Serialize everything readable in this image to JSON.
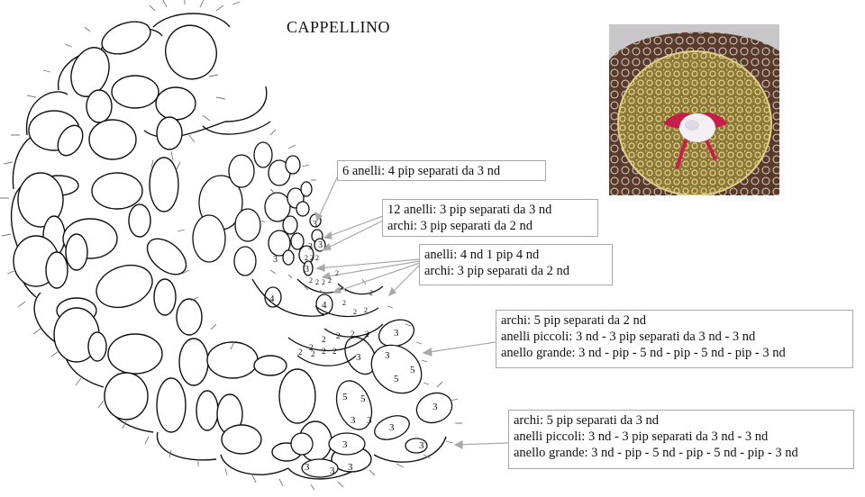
{
  "title": "CAPPELLINO",
  "photo": {
    "colors": {
      "doily": "#b8a14a",
      "background": "#5a3a2a",
      "ribbon": "#c81e4a",
      "center": "#f2f0f4"
    }
  },
  "notes": [
    {
      "lines": [
        "6 anelli: 4 pip separati da 3 nd"
      ]
    },
    {
      "lines": [
        "12 anelli: 3 pip separati da 3 nd",
        "archi: 3 pip separati da 2 nd"
      ]
    },
    {
      "lines": [
        "anelli: 4 nd 1 pip 4 nd",
        "archi: 3 pip separati da 2 nd"
      ]
    },
    {
      "lines": [
        "archi: 5 pip separati da 2 nd",
        "anelli piccoli: 3 nd - 3 pip separati da 3 nd - 3 nd",
        "anello grande: 3 nd - pip - 5 nd - pip - 5 nd - pip - 3 nd"
      ]
    },
    {
      "lines": [
        "archi: 5 pip separati da 3 nd",
        "anelli piccoli: 3 nd - 3 pip separati da 3 nd - 3 nd",
        "anello grande: 3 nd - pip - 5 nd - pip - 5 nd - pip - 3 nd"
      ]
    }
  ],
  "ring_labels": {
    "center": [
      "3",
      "3",
      "3",
      "3",
      "2",
      "2",
      "2",
      "3"
    ],
    "round3_rings": [
      "4",
      "4"
    ],
    "round3_arcs": [
      "2",
      "2",
      "2",
      "2",
      "2",
      "2",
      "2",
      "2"
    ],
    "round4_arcs": [
      "2",
      "2",
      "2",
      "2",
      "2",
      "2",
      "2",
      "2",
      "2",
      "2"
    ],
    "round4_rings": [
      "3",
      "3",
      "3",
      "5",
      "5"
    ],
    "round5_rings": [
      "5",
      "5",
      "3",
      "3",
      "3",
      "3",
      "3",
      "3",
      "3",
      "3",
      "3"
    ]
  },
  "colors": {
    "line": "#111111",
    "pointer": "#a9a9a9",
    "note_border": "#a8a8a8"
  }
}
